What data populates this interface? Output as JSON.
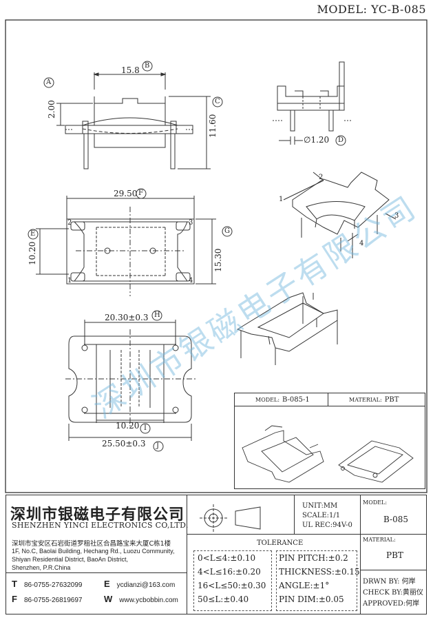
{
  "header": {
    "model": "MODEL: YC-B-085"
  },
  "dims": {
    "A": "2.00",
    "B": "15.8",
    "C": "11.60",
    "D": "∅1.20",
    "F": "29.50",
    "E": "10.20",
    "G": "15.30",
    "H": "20.30±0.3",
    "I": "10.20",
    "J": "25.50±0.3"
  },
  "callouts": [
    "A",
    "B",
    "C",
    "D",
    "E",
    "F",
    "G",
    "H",
    "I",
    "J"
  ],
  "pins": [
    "1",
    "2",
    "3",
    "4"
  ],
  "watermark": "深圳市银磁电子有限公司",
  "variant": {
    "model_label": "MODEL:",
    "model": "B-085-1",
    "material_label": "MATERIAL:",
    "material": "PBT"
  },
  "title_block": {
    "company_cn": "深圳市银磁电子有限公司",
    "company_en": "SHENZHEN YINCI ELECTRONICS CO,LTD.",
    "address_cn": "深圳市宝安区石岩街道罗租社区合昌路宝来大厦C栋1楼",
    "address_en": [
      "1F, No.C, Baolai Building, Hechang Rd., Luozu Community,",
      "Shiyan Residential District, BaoAn District,",
      "Shenzhen, P.R.China"
    ],
    "tel_label": "T",
    "tel": "86-0755-27632099",
    "email_label": "E",
    "email": "ycdianzi@163.com",
    "fax_label": "F",
    "fax": "86-0755-26819697",
    "web_label": "W",
    "web": "www.ycbobbin.com",
    "unit": "UNIT:MM",
    "scale": "SCALE:1/1",
    "ul": "UL REC:94V-0",
    "model_label": "MODEL:",
    "model": "B-085",
    "material_label": "MATERIAL:",
    "material": "PBT",
    "tolerance_title": "TOLERANCE",
    "tol_left": [
      "0<L≤4:±0.10",
      "4<L≤16:±0.20",
      "16<L≤50:±0.30",
      "50≤L:±0.40"
    ],
    "tol_right": [
      "PIN PITCH:±0.2",
      "THICKNESS:±0.15",
      "ANGLE:±1°",
      "PIN DIM:±0.05"
    ],
    "drawn": "DRWN BY: 何岸",
    "check": "CHECK BY:黄丽仪",
    "approved": "APPROVED:何岸"
  }
}
